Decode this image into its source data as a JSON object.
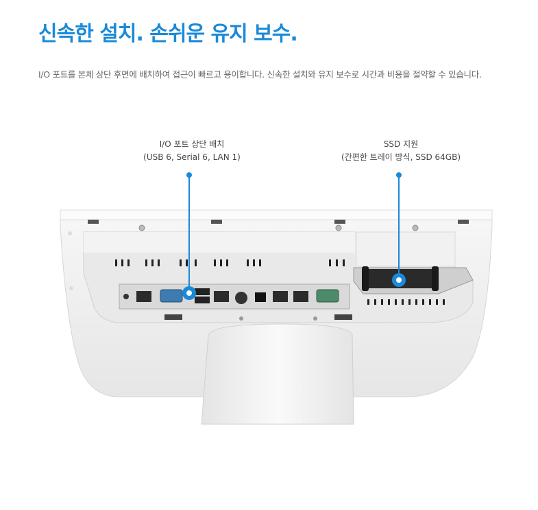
{
  "header": {
    "headline": "신속한 설치. 손쉬운 유지 보수.",
    "description": "I/O 포트를 본체 상단 후면에 배치하여 접근이 빠르고 용이합니다. 신속한 설치와 유지 보수로 시간과 비용을 절약할 수 있습니다."
  },
  "callouts": {
    "io": {
      "title": "I/O 포트 상단 배치",
      "detail": "(USB 6, Serial 6, LAN 1)"
    },
    "ssd": {
      "title": "SSD 지원",
      "detail": "(간편한 트레이 방식, SSD 64GB)"
    }
  },
  "colors": {
    "accent": "#1a8ad8",
    "text": "#666666",
    "device": "#f2f2f2"
  }
}
